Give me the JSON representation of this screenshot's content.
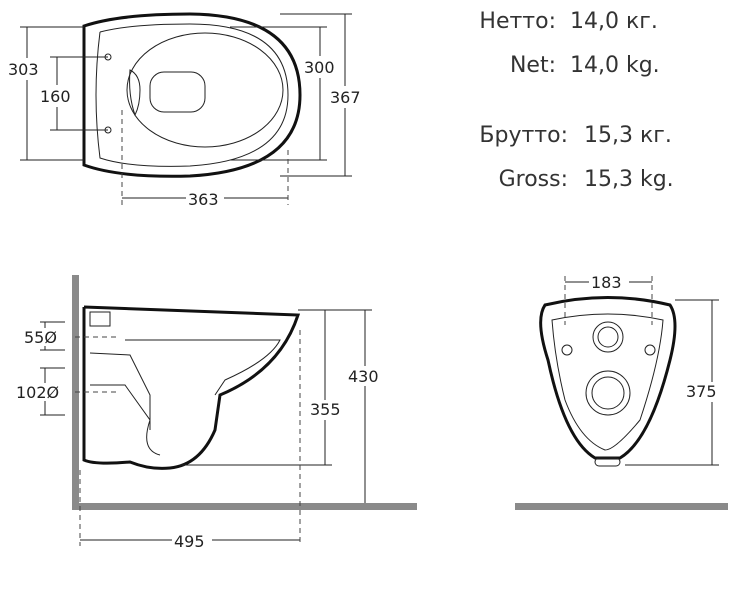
{
  "specs": {
    "net_ru_label": "Нетто:",
    "net_ru_value": "14,0 кг.",
    "net_en_label": "Net:",
    "net_en_value": "14,0 kg.",
    "gross_ru_label": "Брутто:",
    "gross_ru_value": "15,3 кг.",
    "gross_en_label": "Gross:",
    "gross_en_value": "15,3 kg."
  },
  "top_view": {
    "d303": "303",
    "d160": "160",
    "d300": "300",
    "d367": "367",
    "d363": "363"
  },
  "side_view": {
    "d55": "55Ø",
    "d102": "102Ø",
    "d430": "430",
    "d355": "355",
    "d495": "495"
  },
  "front_view": {
    "d183": "183",
    "d375": "375"
  },
  "colors": {
    "wall": "#8a8a8a",
    "line": "#111111"
  }
}
